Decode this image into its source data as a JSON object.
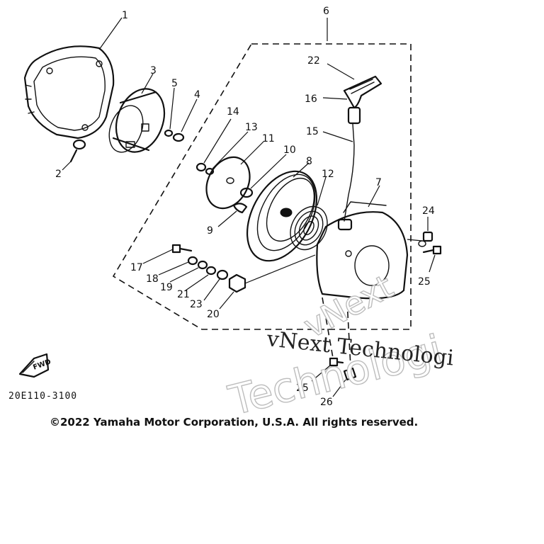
{
  "callouts": [
    {
      "num": "1"
    },
    {
      "num": "2"
    },
    {
      "num": "3"
    },
    {
      "num": "4"
    },
    {
      "num": "5"
    },
    {
      "num": "6"
    },
    {
      "num": "7"
    },
    {
      "num": "8"
    },
    {
      "num": "9"
    },
    {
      "num": "10"
    },
    {
      "num": "11"
    },
    {
      "num": "12"
    },
    {
      "num": "13"
    },
    {
      "num": "14"
    },
    {
      "num": "15"
    },
    {
      "num": "16"
    },
    {
      "num": "17"
    },
    {
      "num": "18"
    },
    {
      "num": "19"
    },
    {
      "num": "21"
    },
    {
      "num": "23"
    },
    {
      "num": "20"
    },
    {
      "num": "22"
    },
    {
      "num": "24"
    },
    {
      "num": "25"
    },
    {
      "num": "25"
    },
    {
      "num": "26"
    }
  ],
  "fwd_label": "FWD",
  "diagram_code": "20E110-3100",
  "copyright": "©2022 Yamaha Motor Corporation, U.S.A. All rights reserved.",
  "watermark": {
    "line1": "vNext Technologi",
    "line2": "Technologi",
    "line3": "vNext"
  }
}
